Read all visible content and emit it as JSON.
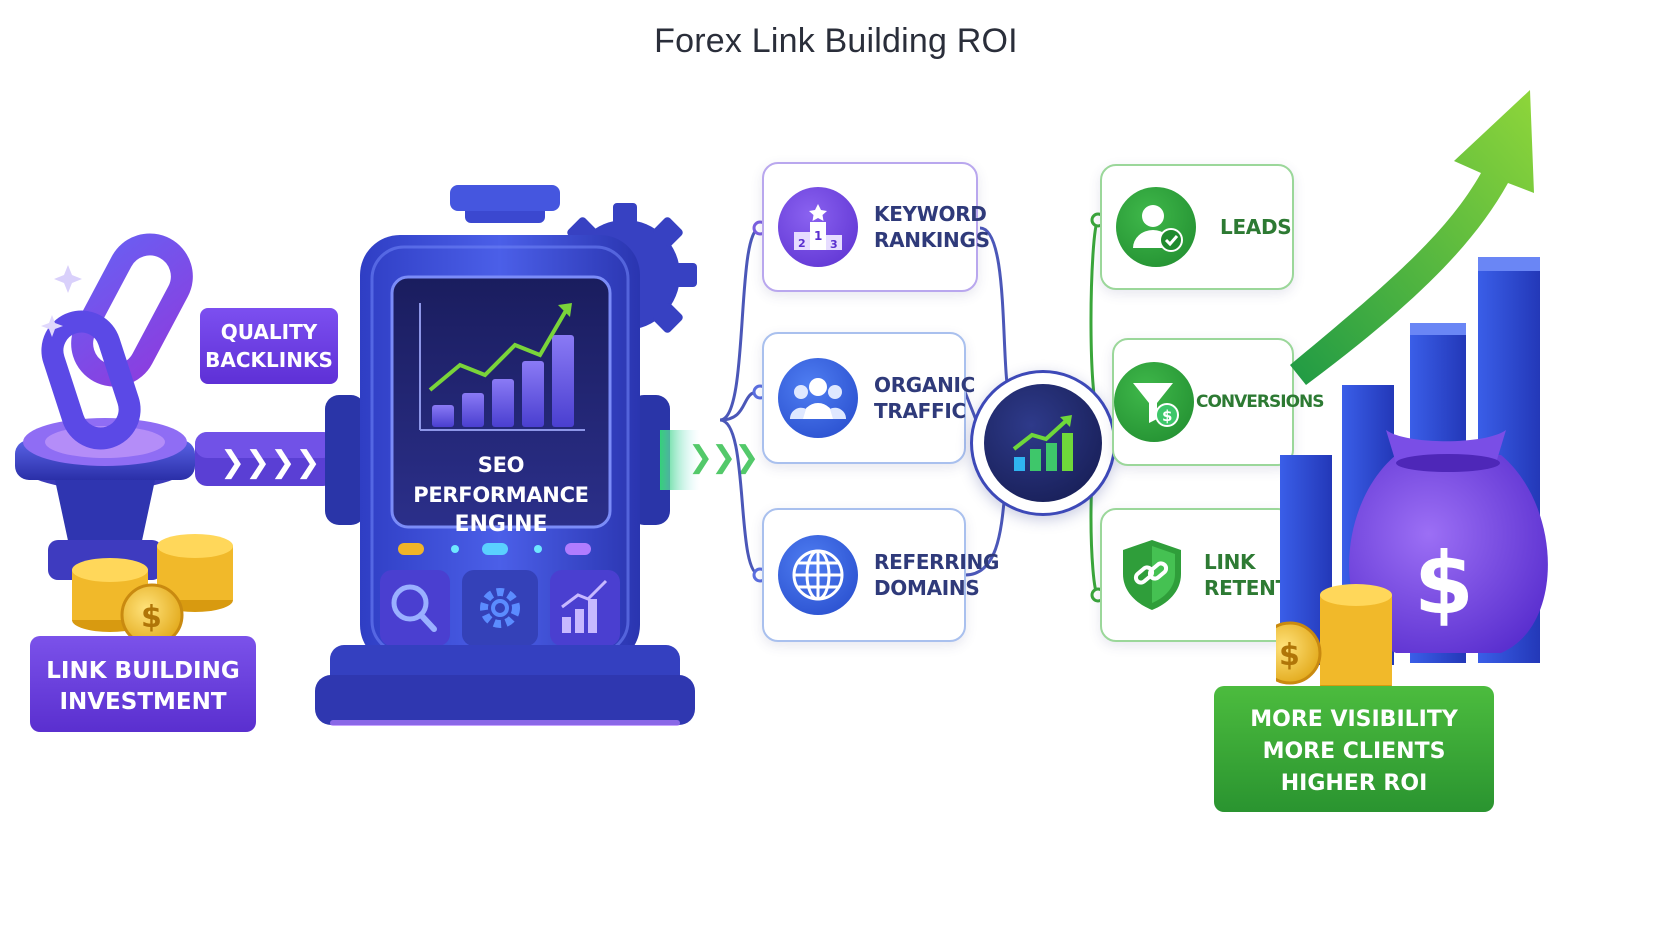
{
  "title": "Forex Link Building ROI",
  "investment": {
    "line1": "LINK BUILDING",
    "line2": "INVESTMENT"
  },
  "backlinks": {
    "line1": "QUALITY",
    "line2": "BACKLINKS"
  },
  "engine": {
    "line1": "SEO PERFORMANCE",
    "line2": "ENGINE"
  },
  "metrics": [
    {
      "line1": "KEYWORD",
      "line2": "RANKINGS",
      "icon": "podium-icon"
    },
    {
      "line1": "ORGANIC",
      "line2": "TRAFFIC",
      "icon": "users-icon"
    },
    {
      "line1": "REFERRING",
      "line2": "DOMAINS",
      "icon": "globe-icon"
    }
  ],
  "outcomes": [
    {
      "line1": "LEADS",
      "icon": "user-check-icon"
    },
    {
      "line1": "CONVERSIONS",
      "icon": "funnel-dollar-icon"
    },
    {
      "line1": "LINK",
      "line2": "RETENTION",
      "icon": "shield-link-icon"
    }
  ],
  "result": {
    "line1": "MORE VISIBILITY",
    "line2": "MORE CLIENTS",
    "line3": "HIGHER ROI"
  },
  "colors": {
    "purple": "#6b3fd6",
    "blue": "#3346c9",
    "green": "#3aa63a",
    "navy": "#1e2a6e"
  }
}
